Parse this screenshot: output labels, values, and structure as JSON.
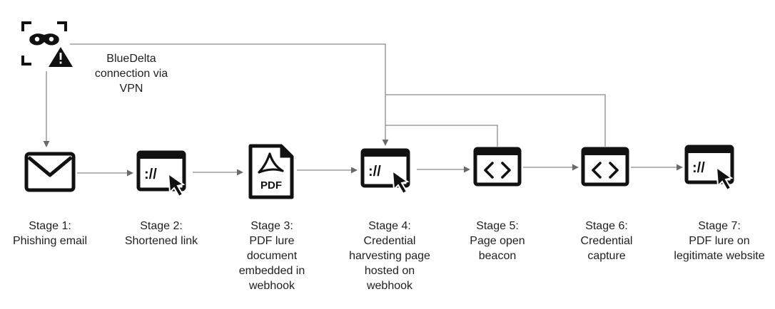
{
  "actor": {
    "icon": "masked-threat-actor-icon",
    "connection_label": [
      "BlueDelta",
      "connection via",
      "VPN"
    ]
  },
  "stages": [
    {
      "icon": "envelope-icon",
      "label": [
        "Stage 1:",
        "Phishing email"
      ]
    },
    {
      "icon": "browser-link-cursor-icon",
      "label": [
        "Stage 2:",
        "Shortened link"
      ]
    },
    {
      "icon": "pdf-document-icon",
      "label": [
        "Stage 3:",
        "PDF lure",
        "document",
        "embedded in",
        "webhook"
      ]
    },
    {
      "icon": "browser-link-cursor-icon",
      "label": [
        "Stage 4:",
        "Credential",
        "harvesting page",
        "hosted on",
        "webhook"
      ]
    },
    {
      "icon": "code-window-icon",
      "label": [
        "Stage 5:",
        "Page open",
        "beacon"
      ]
    },
    {
      "icon": "code-window-icon",
      "label": [
        "Stage 6:",
        "Credential",
        "capture"
      ]
    },
    {
      "icon": "browser-link-cursor-icon",
      "label": [
        "Stage 7:",
        "PDF lure on",
        "legitimate website"
      ]
    }
  ],
  "colors": {
    "line": "#8a8a8a",
    "icon": "#111111",
    "text": "#1f1f1f"
  }
}
